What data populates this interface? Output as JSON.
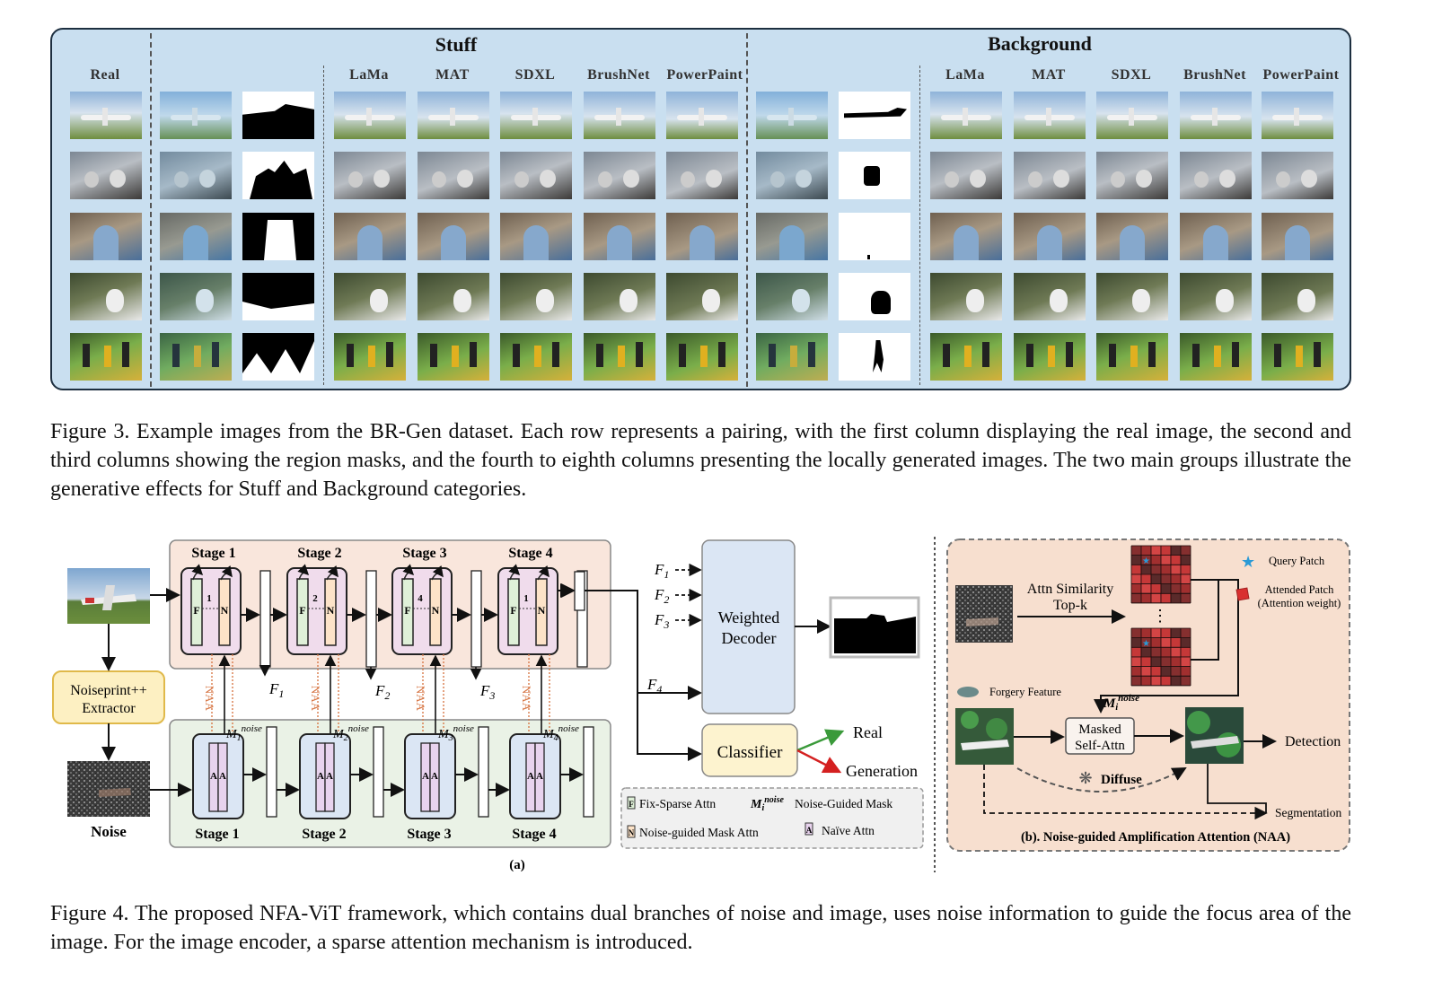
{
  "fig3": {
    "groups": {
      "stuff": "Stuff",
      "background": "Background"
    },
    "real_header": "Real",
    "stuff_headers": [
      "LaMa",
      "MAT",
      "SDXL",
      "BrushNet",
      "PowerPaint"
    ],
    "background_headers": [
      "LaMa",
      "MAT",
      "SDXL",
      "BrushNet",
      "PowerPaint"
    ],
    "caption": "Figure 3. Example images from the BR-Gen dataset. Each row represents a pairing, with the first column displaying the real image, the second and third columns showing the region masks, and the fourth to eighth columns presenting the locally generated images. The two main groups illustrate the generative effects for Stuff and Background categories.",
    "rows": [
      "airplane",
      "teapots",
      "archway",
      "squirrel",
      "soccer"
    ],
    "colors": {
      "panel": "#c9dff0",
      "border": "#1d2f40"
    }
  },
  "fig4": {
    "stage_top": [
      "Stage 1",
      "Stage 2",
      "Stage 3",
      "Stage 4"
    ],
    "stage_bottom": [
      "Stage 1",
      "Stage 2",
      "Stage 3",
      "Stage 4"
    ],
    "stage_nums": [
      "1",
      "2",
      "4",
      "1"
    ],
    "block_f": "F",
    "block_n": "N",
    "block_a": "A",
    "naa": "NAA",
    "features": {
      "f": "F",
      "subs": [
        "1",
        "2",
        "3",
        "4"
      ]
    },
    "mask_base": "M",
    "mask_sup": "noise",
    "mask_subs": [
      "1",
      "2",
      "3",
      "4"
    ],
    "noiseprint": [
      "Noiseprint++",
      "Extractor"
    ],
    "noise_label": "Noise",
    "decoder": [
      "Weighted",
      "Decoder"
    ],
    "classifier": "Classifier",
    "out_real": "Real",
    "out_gen": "Generation",
    "sub_a": "(a)",
    "legend": {
      "fix": "Fix-Sparse Attn",
      "mask_sym": "M",
      "mask_sub": "i",
      "mask_sup": "noise",
      "mask_desc": "Noise-Guided Mask",
      "noise_attn": "Noise-guided Mask Attn",
      "naive": "Naïve Attn"
    },
    "naa_panel": {
      "attn_sim": [
        "Attn Similarity",
        "Top-k"
      ],
      "query": "Query Patch",
      "attended": [
        "Attended Patch",
        "(Attention weight)"
      ],
      "forgery": "Forgery Feature",
      "mi_base": "M",
      "mi_sub": "i",
      "mi_sup": "noise",
      "masked": [
        "Masked",
        "Self-Attn"
      ],
      "detection": "Detection",
      "diffuse": "Diffuse",
      "segmentation": "Segmentation",
      "title": "(b). Noise-guided Amplification Attention (NAA)",
      "dots": "⋮"
    },
    "caption": "Figure 4. The proposed NFA-ViT framework, which contains dual branches of noise and image, uses noise information to guide the focus area of the image. For the image encoder, a sparse attention mechanism is introduced."
  }
}
